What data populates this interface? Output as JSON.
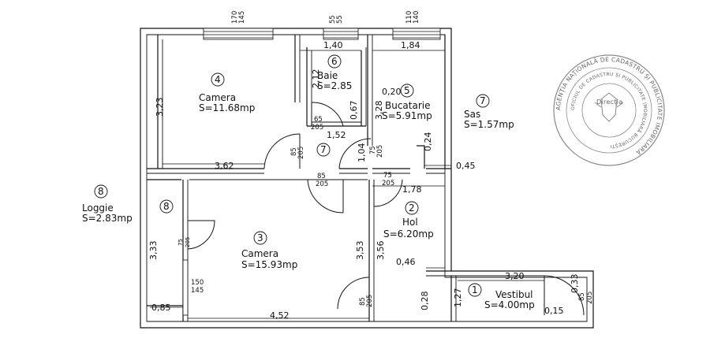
{
  "stamp": {
    "ring_text": "AGENȚIA NAȚIONALĂ DE CADASTRU ȘI PUBLICITATE IMOBILIARĂ",
    "inner_text": "OFICIUL DE CADASTRU ȘI PUBLICITATE IMOBILIARĂ BUCUREȘTI",
    "center_text": "Direcția",
    "color": "#777777"
  },
  "rooms": {
    "camera4": {
      "number": "4",
      "name": "Camera",
      "area": "S=11.68mp"
    },
    "baie6": {
      "number": "6",
      "name": "Baie",
      "area": "S=2.85"
    },
    "bucatarie5": {
      "number": "5",
      "name": "Bucatarie",
      "area": "S=5.91mp"
    },
    "sas7": {
      "number": "7",
      "name": "Sas",
      "area": "S=1.57mp"
    },
    "corridor7": {
      "number": "7"
    },
    "loggie8": {
      "number": "8",
      "name": "Loggie",
      "area": "S=2.83mp"
    },
    "loggie8_inner": {
      "number": "8"
    },
    "camera3": {
      "number": "3",
      "name": "Camera",
      "area": "S=15.93mp"
    },
    "hol2": {
      "number": "2",
      "name": "Hol",
      "area": "S=6.20mp"
    },
    "vestibul1": {
      "number": "1",
      "name": "Vestibul",
      "area": "S=4.00mp"
    }
  },
  "windows": {
    "w1": {
      "top": "170",
      "bottom": "145"
    },
    "w2": {
      "top": "55",
      "bottom": "55"
    },
    "w3": {
      "top": "110",
      "bottom": "140"
    }
  },
  "dimensions": {
    "d_140": "1,40",
    "d_184": "1,84",
    "d_212": "2,12",
    "d_323": "3,23",
    "d_020": "0,20",
    "d_328": "3,28",
    "d_067": "0,67",
    "d_152": "1,52",
    "d_104": "1,04",
    "d_024": "0,24",
    "d_045": "0,45",
    "d_362": "3,62",
    "d_178": "1,78",
    "d_333": "3,33",
    "d_353": "3,53",
    "d_356": "3,56",
    "d_046": "0,46",
    "d_320": "3,20",
    "d_033": "0,33",
    "d_028": "0,28",
    "d_127": "1,27",
    "d_085": "0,85",
    "d_452": "4,52",
    "d_015": "0,15"
  },
  "doors": {
    "door_baie": {
      "top": "65",
      "bottom": "205"
    },
    "door_camera4": {
      "top": "85",
      "bottom": "205"
    },
    "door_corridor": {
      "top": "85",
      "bottom": "205"
    },
    "door_bucatarie": {
      "top": "75",
      "bottom": "205"
    },
    "door_hol": {
      "top": "75",
      "bottom": "205"
    },
    "door_loggie": {
      "top": "75",
      "bottom": "205"
    },
    "window_loggie": {
      "top": "150",
      "bottom": "145"
    },
    "door_camera3": {
      "top": "85",
      "bottom": "205"
    },
    "door_entrance": {
      "top": "85",
      "bottom": "205"
    }
  }
}
